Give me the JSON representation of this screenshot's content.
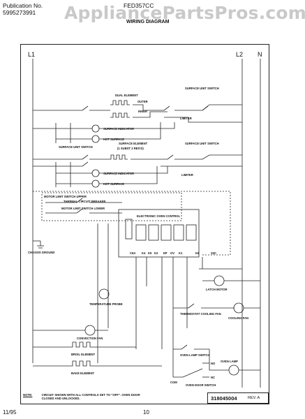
{
  "header": {
    "publication_label": "Publication No.",
    "publication_number": "5995273991",
    "model": "FED357CC",
    "title": "WIRING DIAGRAM",
    "watermark": "AppliancePartsPros.com"
  },
  "diagram": {
    "rails": {
      "l1": "L1",
      "l2": "L2",
      "n": "N"
    },
    "labels": {
      "dual_element": "DUAL ELEMENT",
      "outer": "OUTER",
      "inner": "INNER",
      "surface_unit_switch": "SURFACE UNIT SWITCH",
      "surface_indicator": "SURFACE INDICATOR",
      "hot_surface": "HOT SURFACE",
      "limiter": "LIMITER",
      "surface_element": "SURFACE ELEMENT",
      "element_sizes": "(1 SUBST  2 RES'D)",
      "surface_unit_switch_2": "SURFACE UNIT SWITCH",
      "motor_limit_switch_upper": "MOTOR LIMIT SWITCH UPPER",
      "thermal_circuit_breaker": "THERMAL CIRCUIT BREAKER",
      "motor_limit_switch_lower": "MOTOR LIMIT SWITCH LOWER",
      "electronic_oven_control": "ELECTRONIC OVEN CONTROL",
      "chassis_ground": "CHASSIS GROUND",
      "terminals": [
        "C6A",
        "K4",
        "K5",
        "K2",
        "EP",
        "OV",
        "K1",
        "K6",
        "S3C"
      ],
      "latch_motor": "LATCH MOTOR",
      "temperature_probe": "TEMPERATURE PROBE",
      "thermostat_cooling_fan": "THERMOSTAT COOLING FAN",
      "cooling_fan": "COOLING FAN",
      "convection_fan": "CONVECTION FAN",
      "broil_element": "BROIL ELEMENT",
      "bake_element": "BAKE ELEMENT",
      "oven_lamp_switch": "OVEN LAMP SWITCH",
      "oven_lamp": "OVEN LAMP",
      "no": "NO",
      "nc": "NC",
      "com": "COM",
      "oven_door_switch": "OVEN DOOR SWITCH"
    }
  },
  "footer": {
    "note_label": "NOTE:",
    "note_text": "CIRCUIT SHOWN WITH ALL CONTROLS SET TO \"OFF\". OVEN DOOR CLOSED AND UNLOCKED.",
    "part_number": "318045004",
    "revision": "REV. A",
    "date": "11/95",
    "page": "10"
  }
}
